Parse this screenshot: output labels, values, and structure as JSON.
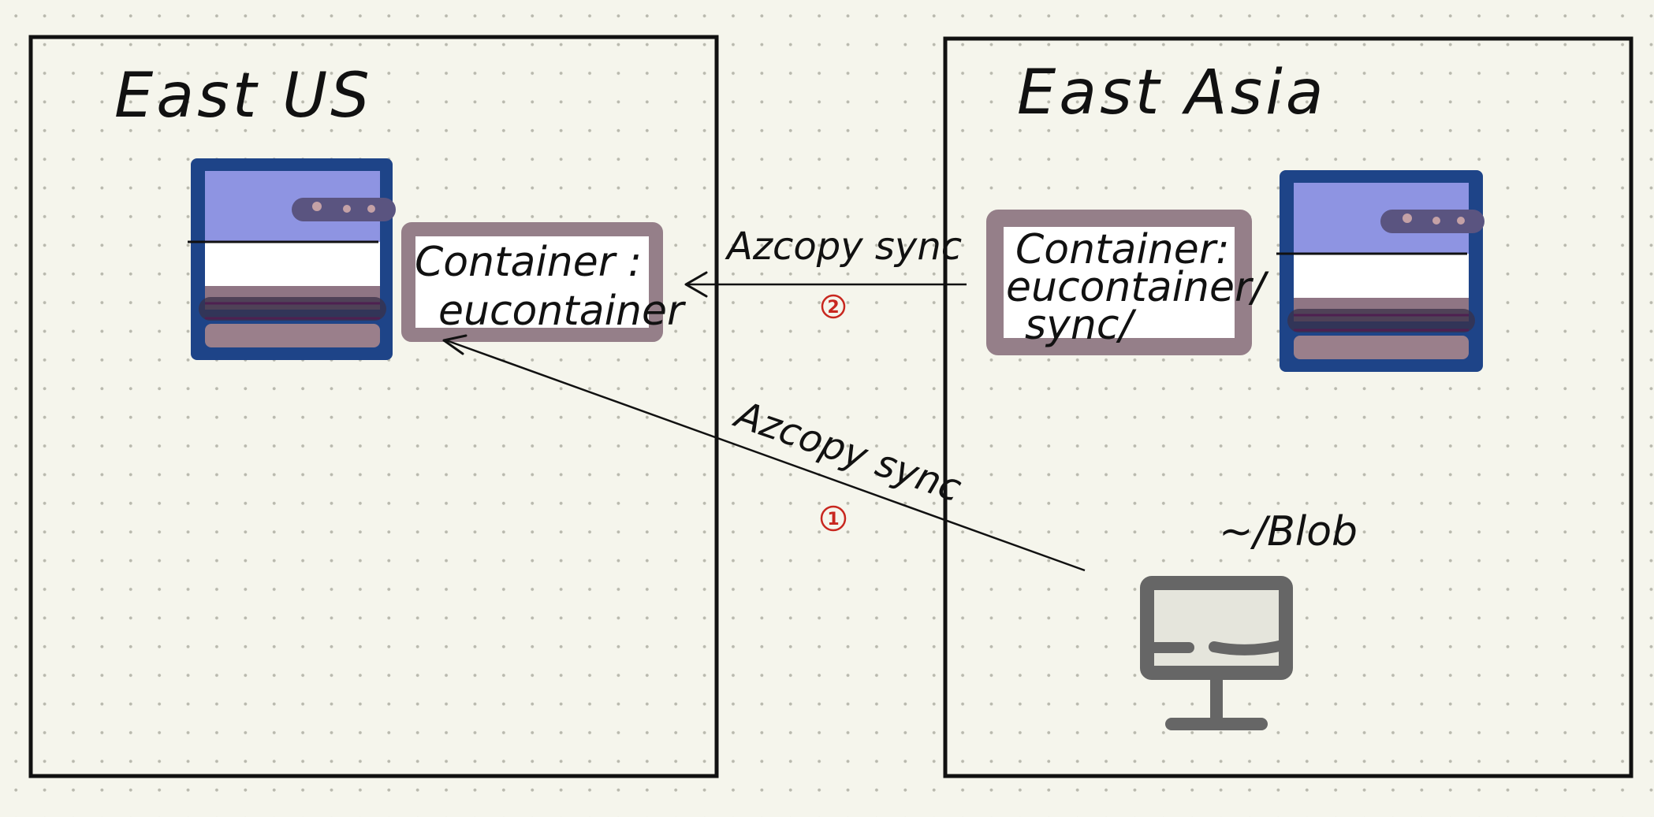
{
  "regions": {
    "east_us": {
      "title": "East US"
    },
    "east_asia": {
      "title": "East Asia"
    }
  },
  "containers": {
    "east_us": {
      "line1": "Container :",
      "line2": "eucontainer"
    },
    "east_asia": {
      "line1": "Container:",
      "line2": "eucontainer/",
      "line3": "sync/"
    }
  },
  "arrows": {
    "top": {
      "label": "Azcopy sync",
      "step": "2"
    },
    "bottom": {
      "label": "Azcopy sync",
      "step": "1"
    }
  },
  "local": {
    "path": "~/Blob"
  },
  "colors": {
    "storage_frame": "#1e4488",
    "storage_header": "#8e94e2",
    "container_border": "#957f89",
    "step_number": "#c8271f",
    "computer": "#666666"
  },
  "icons": [
    "storage-account-icon",
    "storage-account-icon",
    "computer-icon"
  ]
}
